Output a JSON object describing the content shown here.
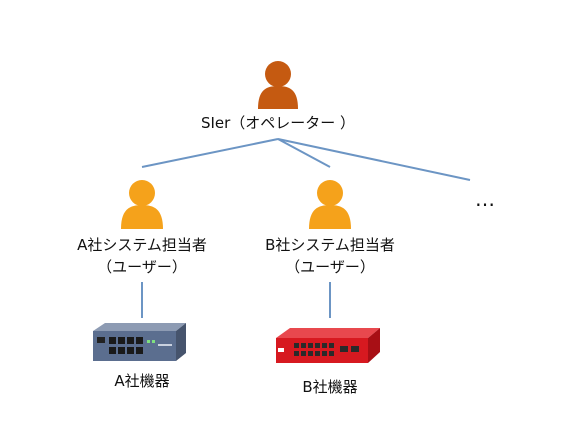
{
  "operator": {
    "label": "SIer（オペレーター ）"
  },
  "users": [
    {
      "label_line1": "A社システム担当者",
      "label_line2": "（ユーザー）",
      "device_label": "A社機器"
    },
    {
      "label_line1": "B社システム担当者",
      "label_line2": "（ユーザー）",
      "device_label": "B社機器"
    }
  ],
  "more_label": "…",
  "colors": {
    "operator_person": "#C55A11",
    "user_person": "#F5A21B",
    "connector_line": "#6C95C4",
    "device_a": "#5B6E8F",
    "device_b": "#D71920"
  },
  "icons": {
    "person": "person-icon",
    "switch": "network-switch-icon",
    "router": "router-icon"
  }
}
